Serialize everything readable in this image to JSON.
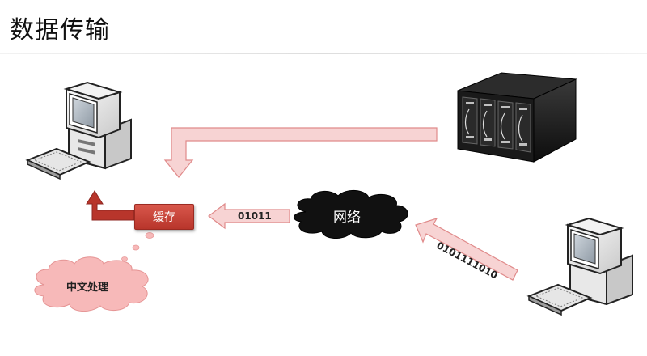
{
  "title": "数据传输",
  "cache": {
    "label": "缓存"
  },
  "network": {
    "label": "网络"
  },
  "processing": {
    "label": "中文处理"
  },
  "arrows": {
    "network_to_cache": "01011",
    "remote_to_network": "0101111010"
  },
  "colors": {
    "cache_box": "#c4443a",
    "arrow_fill": "#f6c9c9",
    "arrow_border": "#e08a8a",
    "up_arrow": "#b8352b",
    "network_cloud": "#111111",
    "processing_cloud": "#f7b9b9"
  },
  "icons": {
    "local_computer": "desktop-computer-icon",
    "remote_computer": "desktop-computer-icon",
    "server": "server-rack-icon"
  }
}
